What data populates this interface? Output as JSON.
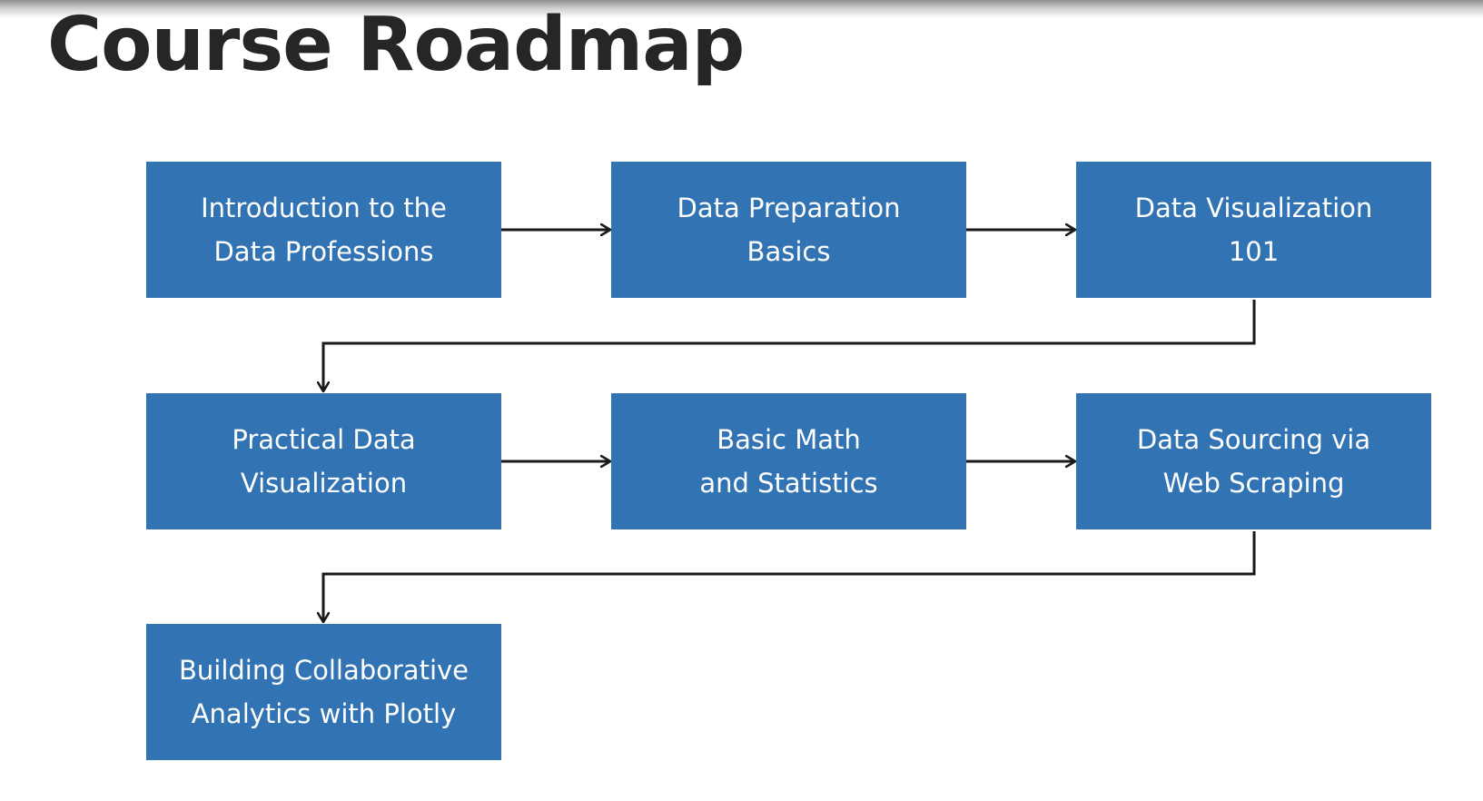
{
  "title": "Course Roadmap",
  "colors": {
    "box_fill": "#3173b3",
    "box_text": "#ffffff",
    "connector": "#1a1a1a",
    "title_text": "#262626"
  },
  "steps": [
    {
      "label": "Introduction to the\nData Professions"
    },
    {
      "label": "Data Preparation\nBasics"
    },
    {
      "label": "Data Visualization\n101"
    },
    {
      "label": "Practical Data\nVisualization"
    },
    {
      "label": "Basic Math\nand Statistics"
    },
    {
      "label": "Data Sourcing via\nWeb Scraping"
    },
    {
      "label": "Building Collaborative\nAnalytics with Plotly"
    }
  ],
  "edges": [
    {
      "from": "Introduction to the\nData Professions",
      "to": "Data Preparation\nBasics"
    },
    {
      "from": "Data Preparation\nBasics",
      "to": "Data Visualization\n101"
    },
    {
      "from": "Data Visualization\n101",
      "to": "Practical Data\nVisualization"
    },
    {
      "from": "Practical Data\nVisualization",
      "to": "Basic Math\nand Statistics"
    },
    {
      "from": "Basic Math\nand Statistics",
      "to": "Data Sourcing via\nWeb Scraping"
    },
    {
      "from": "Data Sourcing via\nWeb Scraping",
      "to": "Building Collaborative\nAnalytics with Plotly"
    }
  ]
}
